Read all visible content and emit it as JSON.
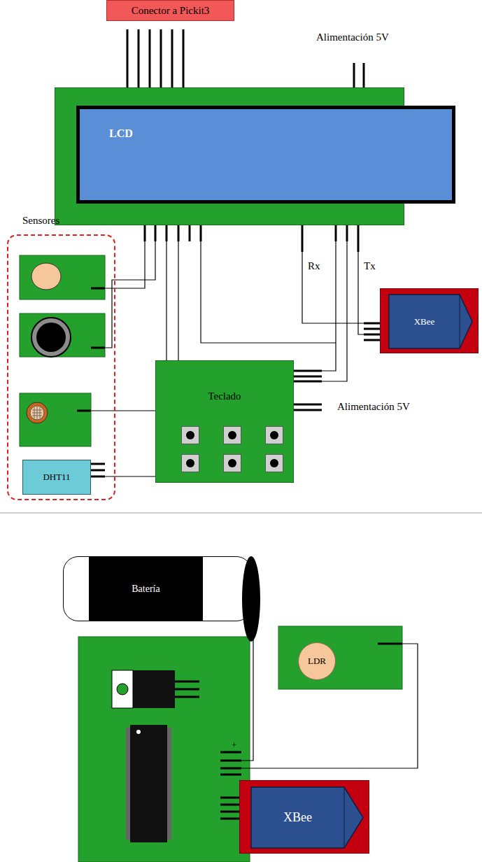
{
  "diagram": {
    "nodes": [
      {
        "text": [
          "Conector a Pickit3"
        ]
      },
      {
        "text": [
          "LCD"
        ]
      },
      {
        "text": [
          "Sensores"
        ]
      },
      {
        "text": [
          "DHT11"
        ],
        "in": 2
      },
      {
        "text": [
          "XBee"
        ]
      },
      {
        "text": [
          "Teclado"
        ]
      },
      {
        "text": [
          "Batería"
        ]
      },
      {
        "text": [
          "LDR"
        ]
      },
      {
        "text": [
          "XBee"
        ]
      }
    ],
    "edges": [
      {
        "from": 1,
        "to": 3,
        "arrow": "none"
      },
      {
        "from": 1,
        "to": 4,
        "arrow": "none"
      },
      {
        "from": 1,
        "to": 4,
        "arrow": "none"
      },
      {
        "from": 1,
        "to": 5,
        "arrow": "none"
      },
      {
        "from": 1,
        "to": 5,
        "arrow": "none"
      }
    ],
    "labels": [
      "Alimentación  5V",
      "Rx",
      "Tx",
      "Alimentación  5V",
      "+"
    ]
  }
}
